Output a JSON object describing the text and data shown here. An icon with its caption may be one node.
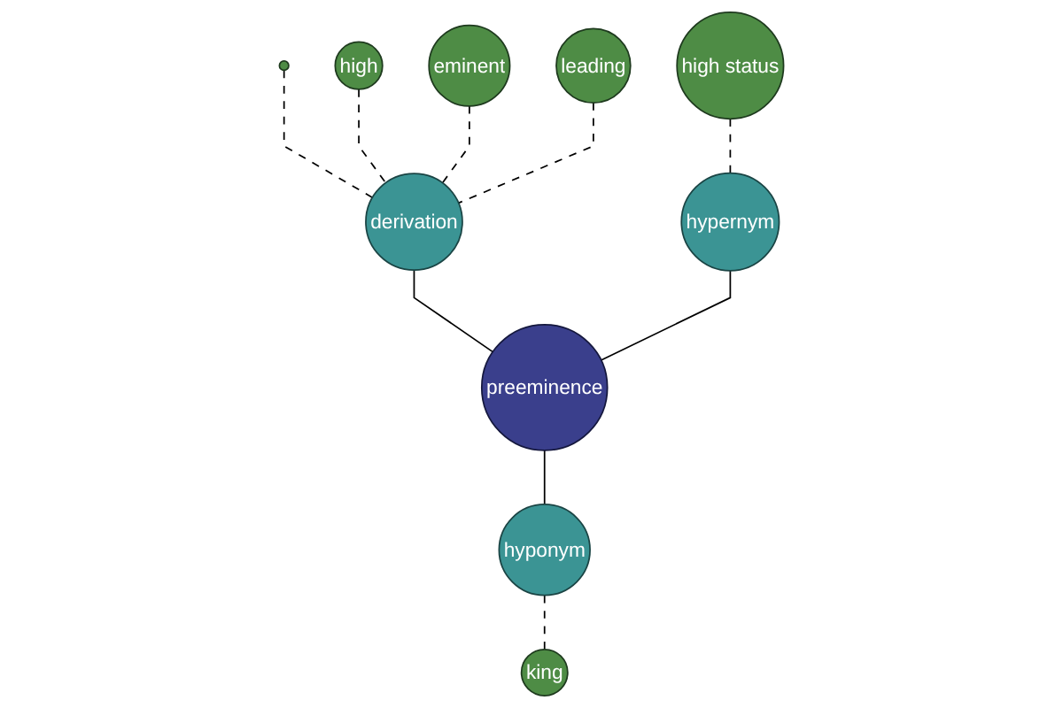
{
  "diagram": {
    "nodes": [
      {
        "text": [],
        "shape": "circle"
      },
      {
        "text": [
          "high"
        ]
      },
      {
        "text": [
          "eminent"
        ]
      },
      {
        "text": [
          "leading"
        ]
      },
      {
        "text": [
          "derivation"
        ]
      },
      {
        "text": [
          "high status"
        ]
      },
      {
        "text": [
          "hypernym"
        ]
      },
      {
        "text": [
          "preeminence"
        ]
      },
      {
        "text": [
          "hyponym"
        ]
      },
      {
        "text": [
          "king"
        ]
      }
    ],
    "edges": [
      {
        "from": 0,
        "to": 4,
        "arrow": "none",
        "style": "dashed"
      },
      {
        "from": 1,
        "to": 4,
        "arrow": "none",
        "style": "dashed"
      },
      {
        "from": 2,
        "to": 4,
        "arrow": "none",
        "style": "dashed"
      },
      {
        "from": 3,
        "to": 4,
        "arrow": "none",
        "style": "dashed"
      },
      {
        "from": 4,
        "to": 7,
        "arrow": "none"
      },
      {
        "from": 5,
        "to": 6,
        "arrow": "none",
        "style": "dashed"
      },
      {
        "from": 6,
        "to": 7,
        "arrow": "none"
      },
      {
        "from": 7,
        "to": 8,
        "arrow": "none"
      },
      {
        "from": 8,
        "to": 9,
        "arrow": "none",
        "style": "dashed"
      }
    ]
  }
}
